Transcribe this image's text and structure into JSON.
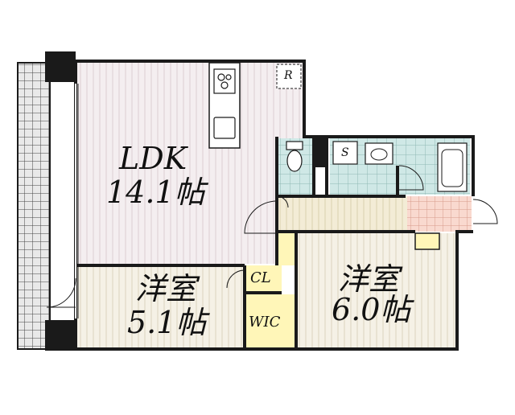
{
  "floor_plan": {
    "rooms": {
      "ldk": {
        "name": "LDK",
        "size": "14.1帖"
      },
      "western_1": {
        "name": "洋室",
        "size": "5.1帖"
      },
      "western_2": {
        "name": "洋室",
        "size": "6.0帖"
      }
    },
    "closet_label": "CL",
    "walk_in_closet_label": "WIC",
    "refrigerator_mark": "R",
    "washer_mark": "S"
  },
  "colors": {
    "wall": "#1a1a1a",
    "ldk_floor": "#f4eef0",
    "bedroom_floor": "#f5f1e6",
    "wet_area": "#cfe8e6",
    "closet_yellow": "#fff6b8",
    "hall_floor": "#f3ecd6",
    "entrance": "#f9d9cf",
    "balcony_tile": "#e9e9e9"
  }
}
